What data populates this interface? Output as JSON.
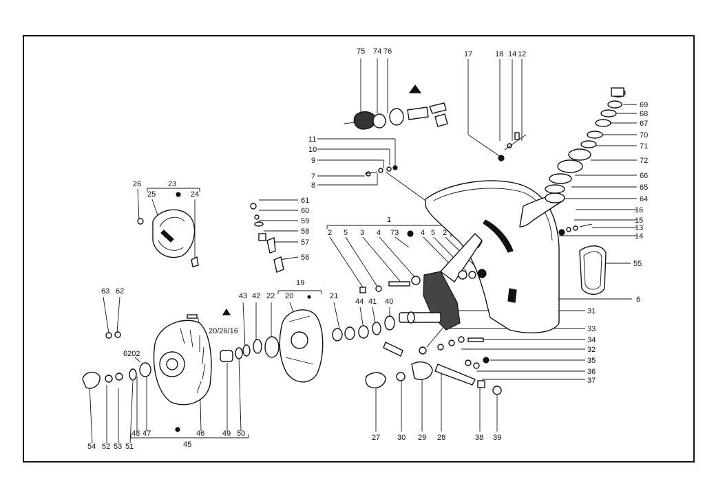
{
  "diagram": {
    "labels": {
      "l1": "1",
      "l2a": "2",
      "l2b": "2",
      "l3": "3",
      "l4a": "4",
      "l4b": "4",
      "l5a": "5",
      "l5b": "5",
      "l6": "6",
      "l7": "7",
      "l8": "8",
      "l9": "9",
      "l10": "10",
      "l11": "11",
      "l12": "12",
      "l13": "13",
      "l14a": "14",
      "l14b": "14",
      "l15": "15",
      "l16": "16",
      "l17": "17",
      "l18": "18",
      "l19": "19",
      "l20": "20",
      "l2026": "20/26/16",
      "l21": "21",
      "l22": "22",
      "l23": "23",
      "l24": "24",
      "l25": "25",
      "l26": "26",
      "l27": "27",
      "l28": "28",
      "l29": "29",
      "l30": "30",
      "l31": "31",
      "l32": "32",
      "l33": "33",
      "l34": "34",
      "l35": "35",
      "l36": "36",
      "l37": "37",
      "l38": "38",
      "l39": "39",
      "l40": "40",
      "l41": "41",
      "l42": "42",
      "l43": "43",
      "l44": "44",
      "l45": "45",
      "l46": "46",
      "l47": "47",
      "l48": "48",
      "l49": "49",
      "l50": "50",
      "l51": "51",
      "l52": "52",
      "l53": "53",
      "l54": "54",
      "l55": "55",
      "l56": "56",
      "l57": "57",
      "l58": "58",
      "l59": "59",
      "l60": "60",
      "l61": "61",
      "l62": "62",
      "l63": "63",
      "l6202": "6202",
      "l64": "64",
      "l65": "65",
      "l66": "66",
      "l67": "67",
      "l68": "68",
      "l69": "69",
      "l70": "70",
      "l71": "71",
      "l72": "72",
      "l73": "73",
      "l74": "74",
      "l75": "75",
      "l76": "76"
    }
  }
}
